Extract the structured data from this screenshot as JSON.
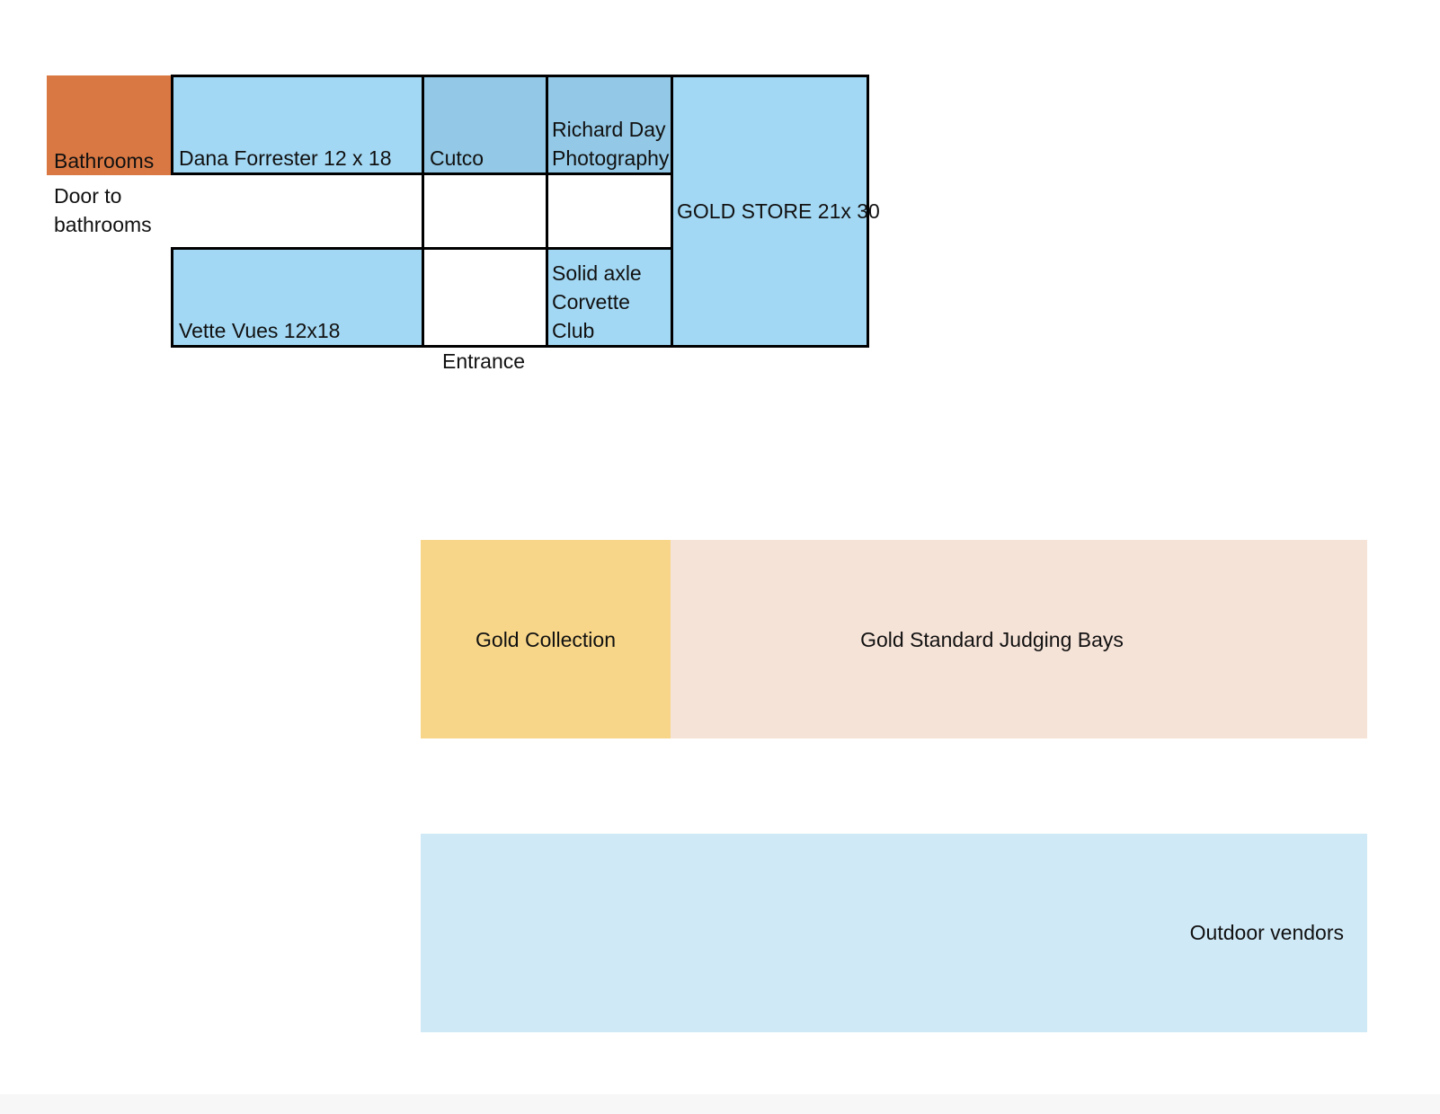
{
  "colors": {
    "bathrooms": "#d97843",
    "booth_blue": "#a3d8f4",
    "booth_blue_dark": "#93c9e6",
    "gold_collection": "#f7d689",
    "judging_bays": "#f6e3d8",
    "outdoor_vendors": "#d0e9f7",
    "border": "#000000"
  },
  "areas": {
    "bathrooms": "Bathrooms",
    "door_note_line1": "Door to",
    "door_note_line2": "bathrooms",
    "dana": "Dana Forrester 12 x 18",
    "cutco": "Cutco",
    "richard_line1": "Richard Day",
    "richard_line2": "Photography",
    "gold_store": "GOLD STORE  21x 30",
    "vette_vues": "Vette Vues 12x18",
    "solid_line1": "Solid axle",
    "solid_line2": "Corvette",
    "solid_line3": "Club",
    "entrance": "Entrance",
    "gold_collection": "Gold Collection",
    "judging_bays": "Gold Standard Judging Bays",
    "outdoor_vendors": "Outdoor vendors"
  }
}
